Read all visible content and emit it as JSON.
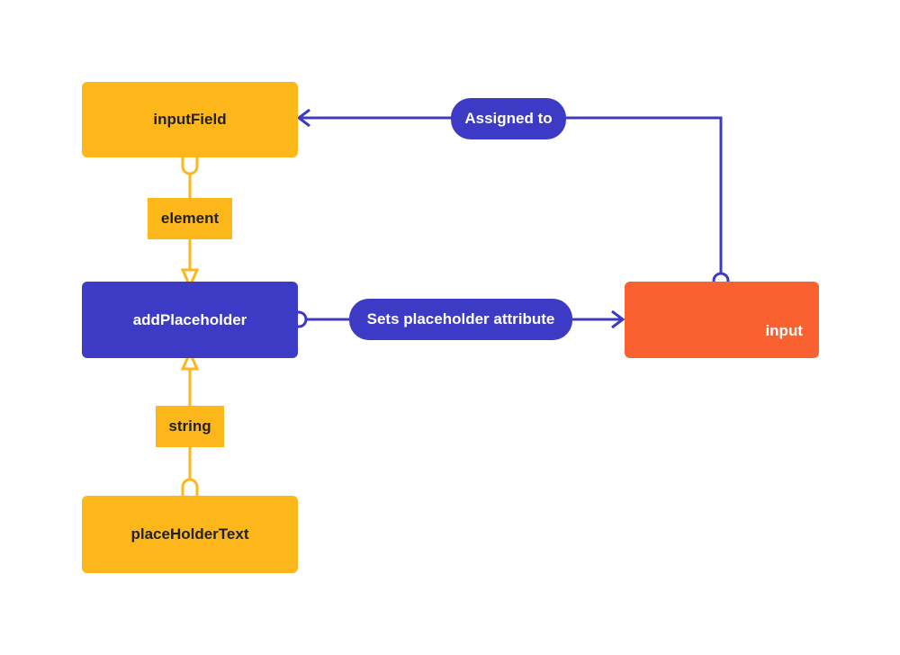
{
  "nodes": {
    "inputField": "inputField",
    "addPlaceholder": "addPlaceholder",
    "placeHolderText": "placeHolderText",
    "input": "input"
  },
  "edges": {
    "element": "element",
    "string": "string",
    "sets_placeholder": "Sets placeholder attribute",
    "assigned_to": "Assigned to"
  },
  "colors": {
    "yellow": "#FDB71A",
    "blue": "#3D3BC5",
    "orange": "#FA6131"
  }
}
